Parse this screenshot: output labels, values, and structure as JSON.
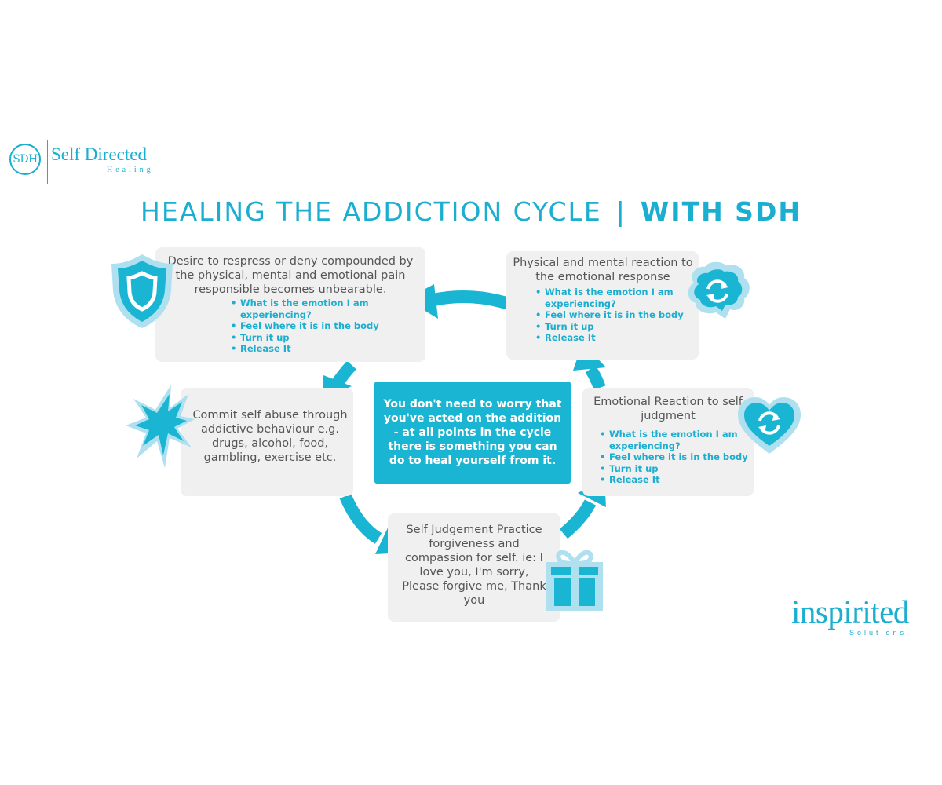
{
  "logo_sdh": {
    "monogram": "SDH",
    "name": "Self Directed",
    "sub": "Healing"
  },
  "title": {
    "main": "HEALING THE ADDICTION CYCLE",
    "separator": "|",
    "accent": "WITH SDH"
  },
  "colors": {
    "accent": "#1aaed0",
    "box_bg": "#f0f0f0",
    "center_bg": "#1ab5d2",
    "icon_light": "#aee0f0"
  },
  "steps": {
    "desire": {
      "text": "Desire to respress or deny compounded by the physical, mental and emotional pain responsible becomes unbearable.",
      "bullets": [
        "What is the emotion I am experiencing?",
        "Feel where it is in the body",
        "Turn it up",
        "Release It"
      ],
      "icon": "shield-icon"
    },
    "physical": {
      "text": "Physical and mental reaction to the emotional response",
      "bullets": [
        "What is the emotion I am experiencing?",
        "Feel where it is in the body",
        "Turn it up",
        "Release It"
      ],
      "icon": "brain-refresh-icon"
    },
    "commit": {
      "text": "Commit self abuse through addictive behaviour e.g. drugs, alcohol, food, gambling, exercise etc.",
      "icon": "burst-icon"
    },
    "emotional": {
      "text": "Emotional Reaction to self judgment",
      "bullets": [
        "What is the emotion I am experiencing?",
        "Feel where it is in the body",
        "Turn it up",
        "Release It"
      ],
      "icon": "heart-refresh-icon"
    },
    "judgement": {
      "text": "Self Judgement Practice forgiveness and compassion for self. ie: I love you, I'm sorry, Please forgive me, Thank you",
      "icon": "gift-icon"
    }
  },
  "center": "You don't need to worry that you've acted on the addition - at all points in the cycle there is something you can do to heal yourself from it.",
  "logo_inspirited": {
    "name": "inspirited",
    "sub": "Solutions"
  }
}
